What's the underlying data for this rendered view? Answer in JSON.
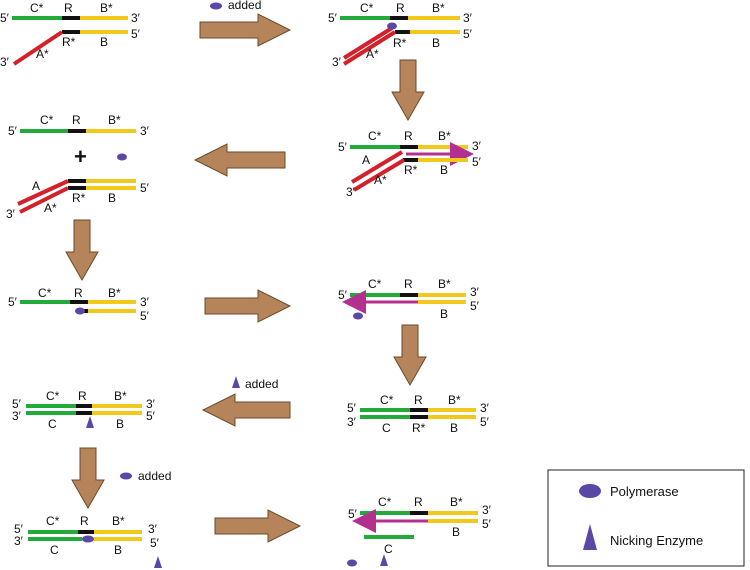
{
  "colors": {
    "green": "#22aa3a",
    "yellow": "#f2c81a",
    "black": "#111111",
    "red": "#d3202a",
    "magenta": "#b3308f",
    "arrow": "#b5845a",
    "polymerase": "#5a47a6"
  },
  "labels": {
    "five_prime": "5′",
    "three_prime": "3′",
    "c_star": "C*",
    "c": "C",
    "r": "R",
    "r_star": "R*",
    "b_star": "B*",
    "b": "B",
    "a": "A",
    "a_star": "A*",
    "plus": "+",
    "added": "added"
  },
  "legend": {
    "polymerase": "Polymerase",
    "nicking_enzyme": "Nicking Enzyme"
  }
}
